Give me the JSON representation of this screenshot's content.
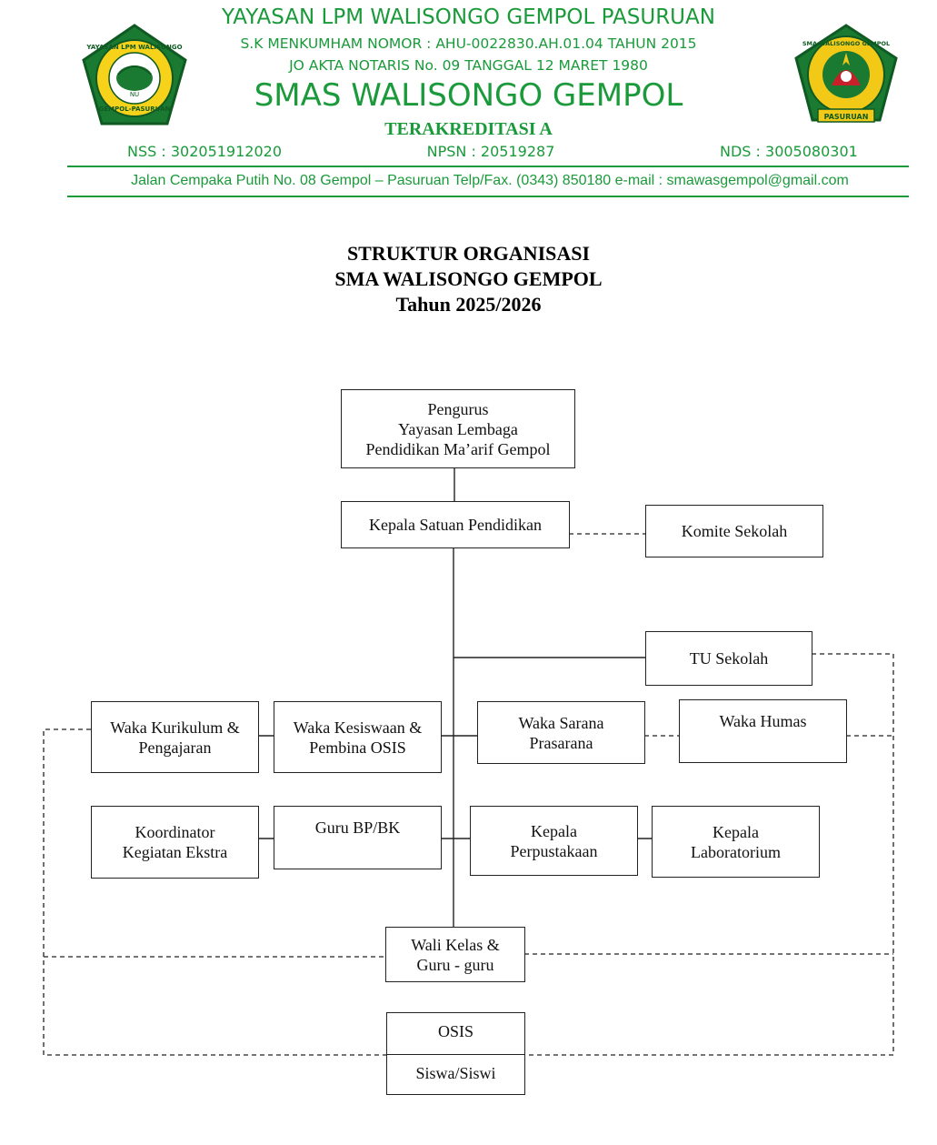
{
  "header": {
    "foundation": "YAYASAN LPM WALISONGO GEMPOL PASURUAN",
    "sk": "S.K MENKUMHAM NOMOR : AHU-0022830.AH.01.04 TAHUN 2015",
    "akta": "JO AKTA NOTARIS No. 09 TANGGAL 12 MARET 1980",
    "school": "SMAS WALISONGO GEMPOL",
    "accreditation": "TERAKREDITASI A",
    "nss": "NSS : 302051912020",
    "npsn": "NPSN : 20519287",
    "nds": "NDS : 3005080301",
    "address": "Jalan Cempaka Putih No. 08 Gempol – Pasuruan Telp/Fax. (0343) 850180 e-mail : smawasgempol@gmail.com",
    "logo_left": {
      "icon": "lpm-walisongo-seal",
      "text_top": "YAYASAN LPM WALISONGO",
      "text_bottom": "GEMPOL-PASURUAN",
      "center": "NU"
    },
    "logo_right": {
      "icon": "smas-walisongo-seal",
      "text_top": "SMA WALISONGO GEMPOL",
      "ribbon": "PASURUAN"
    },
    "color": "#1a9a3a"
  },
  "document_title": {
    "line1": "STRUKTUR ORGANISASI",
    "line2": "SMA WALISONGO GEMPOL",
    "line3": "Tahun 2025/2026"
  },
  "chart": {
    "pengurus": [
      "Pengurus",
      "Yayasan Lembaga",
      "Pendidikan Ma’arif Gempol"
    ],
    "kepala": [
      "Kepala Satuan Pendidikan"
    ],
    "komite": [
      "Komite Sekolah"
    ],
    "tu": [
      "TU Sekolah"
    ],
    "waka_kurikulum": [
      "Waka Kurikulum &",
      "Pengajaran"
    ],
    "waka_kesiswaan": [
      "Waka Kesiswaan &",
      "Pembina OSIS"
    ],
    "waka_sarana": [
      "Waka Sarana",
      "Prasarana"
    ],
    "waka_humas": [
      "Waka Humas"
    ],
    "koordinator": [
      "Koordinator",
      "Kegiatan Ekstra"
    ],
    "guru_bk": [
      "Guru BP/BK"
    ],
    "kepala_perpustakaan": [
      "Kepala",
      "Perpustakaan"
    ],
    "kepala_lab": [
      "Kepala",
      "Laboratorium"
    ],
    "wali_kelas": [
      "Wali Kelas &",
      "Guru - guru"
    ],
    "osis": [
      "OSIS"
    ],
    "siswa": [
      "Siswa/Siswi"
    ]
  }
}
